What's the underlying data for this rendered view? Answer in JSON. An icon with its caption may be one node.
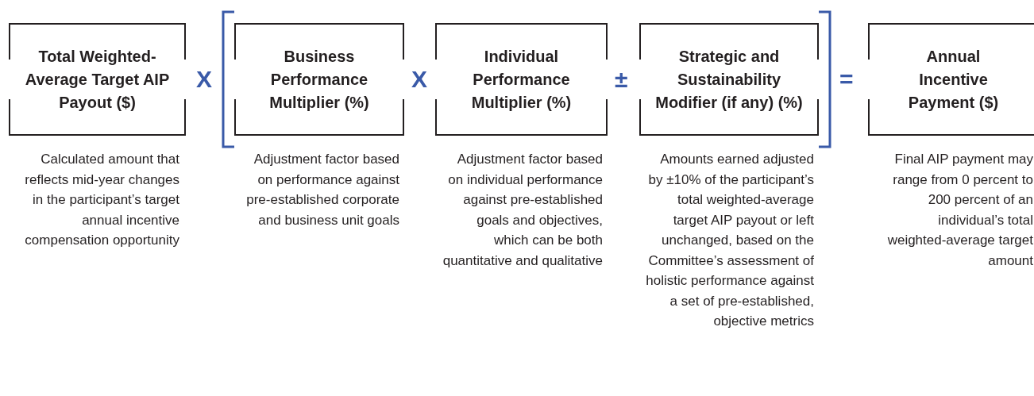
{
  "diagram": {
    "nodes": [
      {
        "text": [
          "Total Weighted-Average Target AIP Payout ($)"
        ],
        "beside": [
          "Calculated amount that reflects mid-year changes in the participant’s target annual incentive compensation opportunity"
        ]
      },
      {
        "text": [
          "Business Performance Multiplier (%)"
        ],
        "beside": [
          "Adjustment factor based on performance against pre-established corporate and business unit goals"
        ]
      },
      {
        "text": [
          "Individual Performance Multiplier (%)"
        ],
        "beside": [
          "Adjustment factor based on individual performance against pre-established goals and objectives, which can be both quantitative and qualitative"
        ]
      },
      {
        "text": [
          "Strategic and Sustainability Modifier (if any) (%)"
        ],
        "beside": [
          "Amounts earned adjusted by ±10% of the participant’s total weighted-average target AIP payout or left unchanged, based on the Committee’s assessment of holistic performance against a set of pre-established, objective metrics"
        ]
      },
      {
        "text": [
          "Annual Incentive Payment ($)"
        ],
        "beside": [
          "Final AIP payment may range from 0 percent to 200 percent of an individual’s total weighted-average target amount"
        ]
      }
    ],
    "labels": [
      "X",
      "X",
      "±",
      "="
    ]
  }
}
